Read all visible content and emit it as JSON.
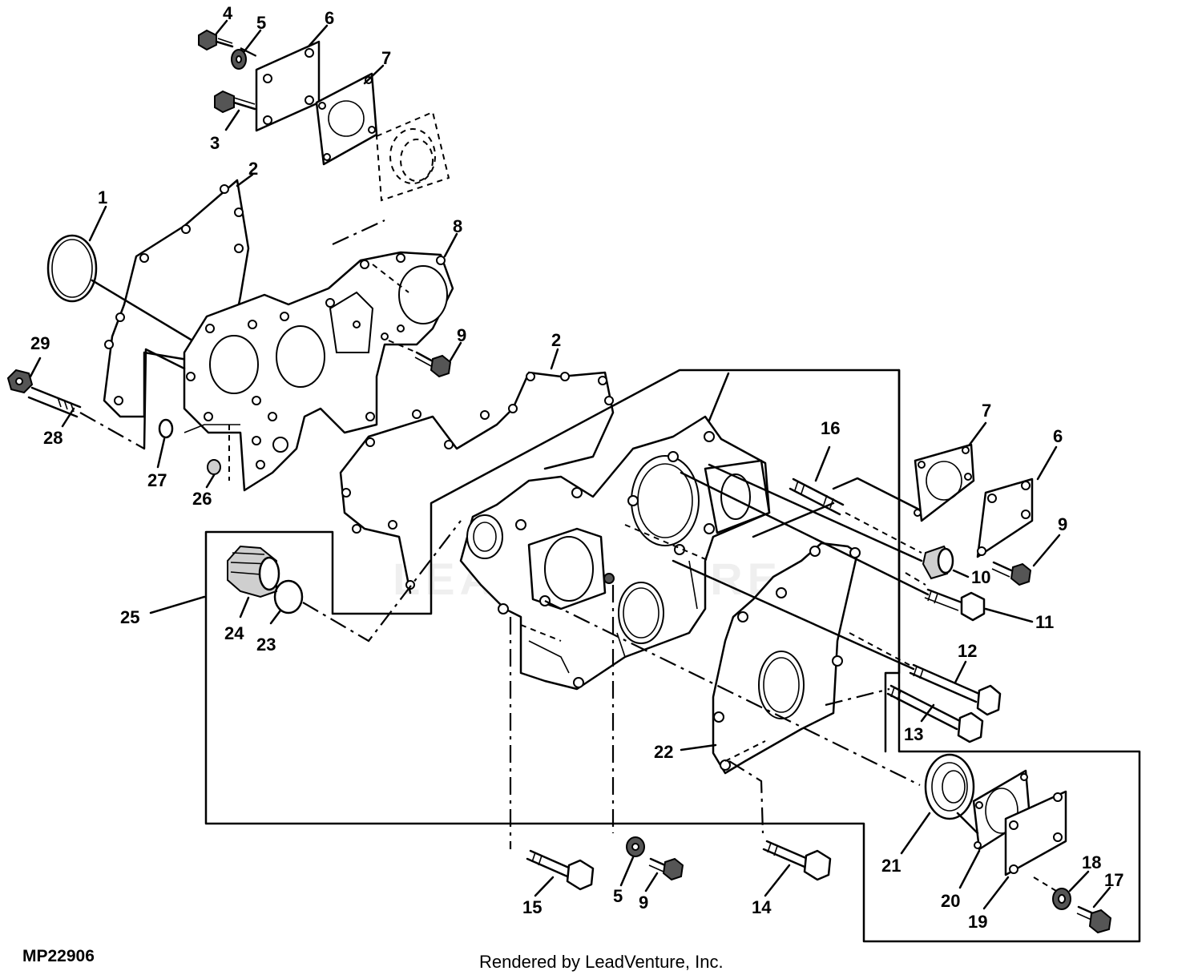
{
  "diagram_code": "MP22906",
  "footer": "Rendered by LeadVenture, Inc.",
  "watermark": "LEADVENTURE",
  "labels": {
    "1": "1",
    "2a": "2",
    "2b": "2",
    "3": "3",
    "4": "4",
    "5a": "5",
    "5b": "5",
    "6a": "6",
    "6b": "6",
    "7a": "7",
    "7b": "7",
    "8": "8",
    "9a": "9",
    "9b": "9",
    "9c": "9",
    "10": "10",
    "11": "11",
    "12": "12",
    "13": "13",
    "14": "14",
    "15": "15",
    "16": "16",
    "17": "17",
    "18": "18",
    "19": "19",
    "20": "20",
    "21": "21",
    "22": "22",
    "23": "23",
    "24": "24",
    "25": "25",
    "26": "26",
    "27": "27",
    "28": "28",
    "29": "29"
  }
}
